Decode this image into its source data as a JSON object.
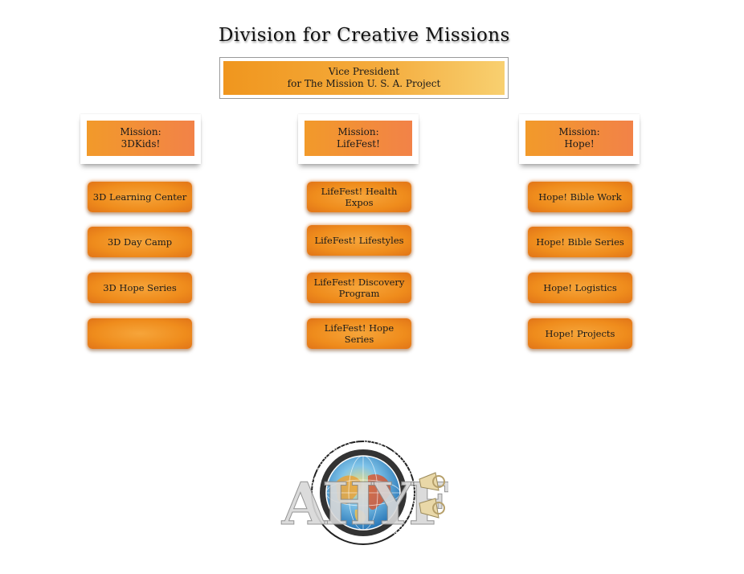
{
  "title": "Division for Creative Missions",
  "vice_president": {
    "line1": "Vice President",
    "line2": "for The Mission U. S. A. Project"
  },
  "missions": [
    {
      "line1": "Mission:",
      "line2": "3DKids!",
      "departments": [
        "3D Learning Center",
        "3D Day Camp",
        "3D Hope Series",
        ""
      ]
    },
    {
      "line1": "Mission:",
      "line2": "LifeFest!",
      "departments": [
        "LifeFest! Health Expos",
        "LifeFest! Lifestyles",
        "LifeFest! Discovery Program",
        "LifeFest! Hope Series"
      ]
    },
    {
      "line1": "Mission:",
      "line2": "Hope!",
      "departments": [
        "Hope! Bible Work",
        "Hope! Bible Series",
        "Hope! Logistics",
        "Hope! Projects"
      ]
    }
  ],
  "logo": {
    "letters": "AHYF",
    "ring_text": "THE ADVENTIST HOME YOUTH FOUNDATION"
  },
  "colors": {
    "orange_light": "#f6a53a",
    "orange": "#ef8c1c",
    "orange_dark": "#e17418",
    "coral": "#f28248",
    "yellow": "#f8d070"
  }
}
